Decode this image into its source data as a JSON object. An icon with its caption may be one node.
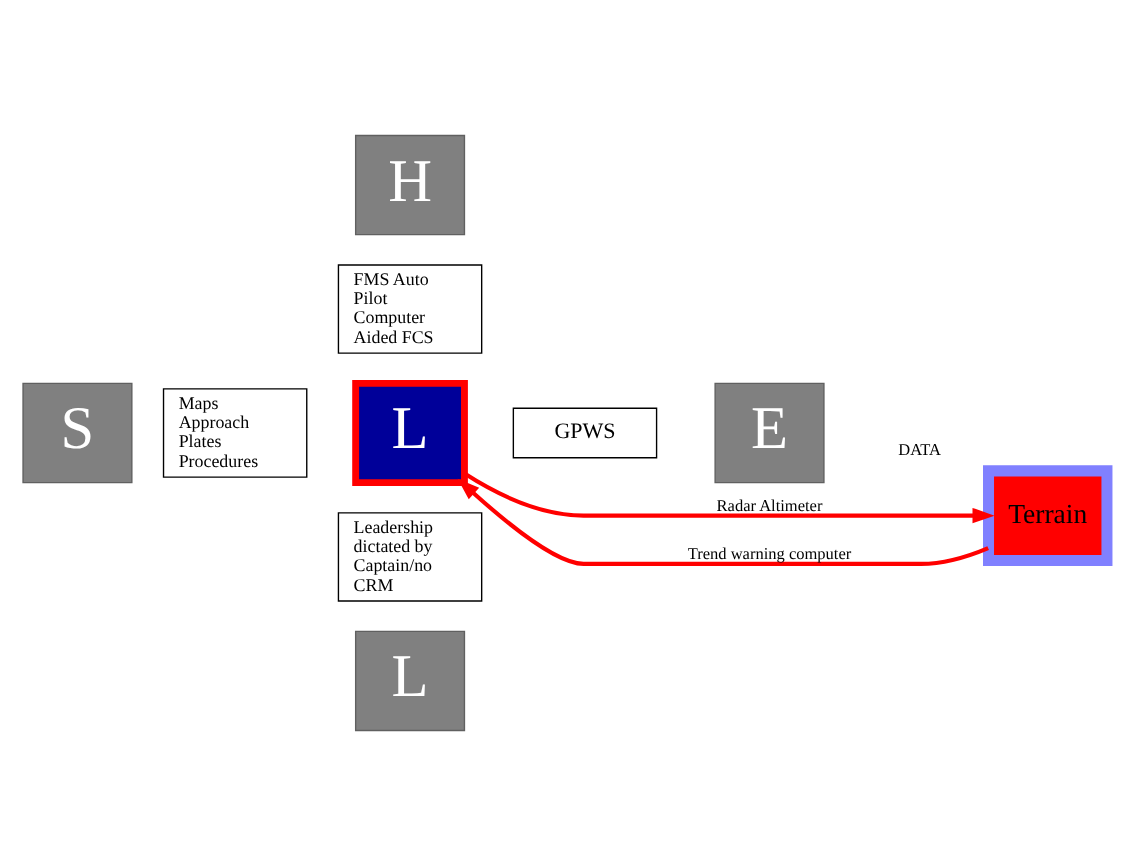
{
  "diagram": {
    "nodes": [
      {
        "text": [
          "H"
        ]
      },
      {
        "text": [
          "FMS Auto Pilot Computer Aided FCS"
        ]
      },
      {
        "text": [
          "S"
        ]
      },
      {
        "text": [
          "Maps Approach Plates Procedures"
        ]
      },
      {
        "text": [
          "L"
        ]
      },
      {
        "text": [
          "GPWS"
        ]
      },
      {
        "text": [
          "E"
        ]
      },
      {
        "text": [
          "Terrain"
        ]
      },
      {
        "text": [
          "Leadership dictated by Captain/no CRM"
        ]
      },
      {
        "text": [
          "L"
        ]
      }
    ],
    "edges": [
      {
        "from": 4,
        "to": 7,
        "arrow": "to",
        "label": "Radar Altimeter",
        "color": "#ff0000"
      },
      {
        "from": 7,
        "to": 4,
        "arrow": "to",
        "label": "Trend warning computer",
        "color": "#ff0000"
      }
    ],
    "labels": [
      "DATA"
    ]
  }
}
